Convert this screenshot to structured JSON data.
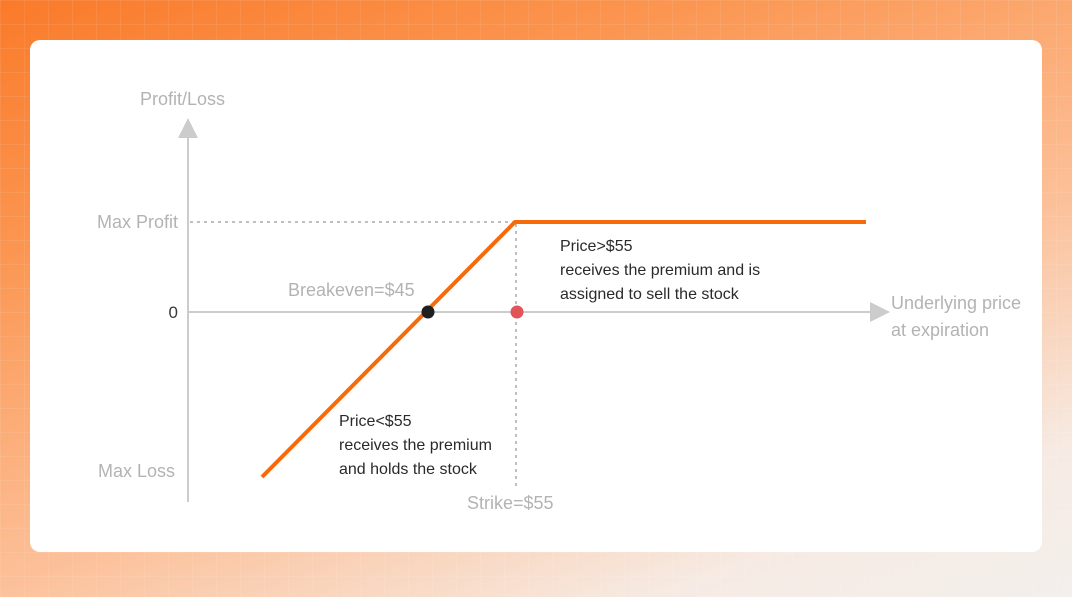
{
  "diagram": {
    "y_axis_label": "Profit/Loss",
    "x_axis_label_line1": "Underlying price",
    "x_axis_label_line2": "at expiration",
    "max_profit_label": "Max Profit",
    "zero_label": "0",
    "max_loss_label": "Max Loss",
    "breakeven_label": "Breakeven=$45",
    "strike_label": "Strike=$55",
    "above_strike": {
      "title": "Price>$55",
      "line1": "receives the premium and is",
      "line2": "assigned to sell the stock"
    },
    "below_strike": {
      "title": "Price<$55",
      "line1": "receives the premium",
      "line2": "and holds the stock"
    }
  },
  "colors": {
    "payoff_line": "#f66a0a",
    "strike_dot": "#e05558",
    "breakeven_dot": "#1f1f1f",
    "axis": "#cccccc",
    "muted_text": "#b3b3b3"
  }
}
